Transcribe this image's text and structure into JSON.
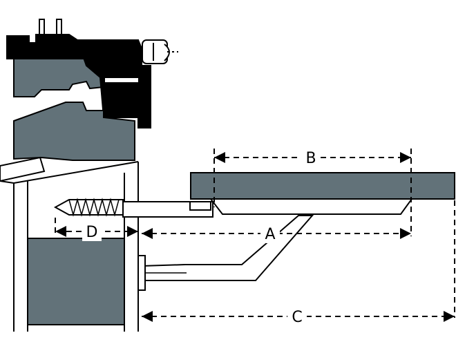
{
  "diagram": {
    "dimensions": {
      "a": "A",
      "b": "B",
      "c": "C",
      "d": "D"
    },
    "colors": {
      "steel": "#627279",
      "dark": "#000000",
      "outline": "#000000",
      "background": "#ffffff"
    }
  }
}
